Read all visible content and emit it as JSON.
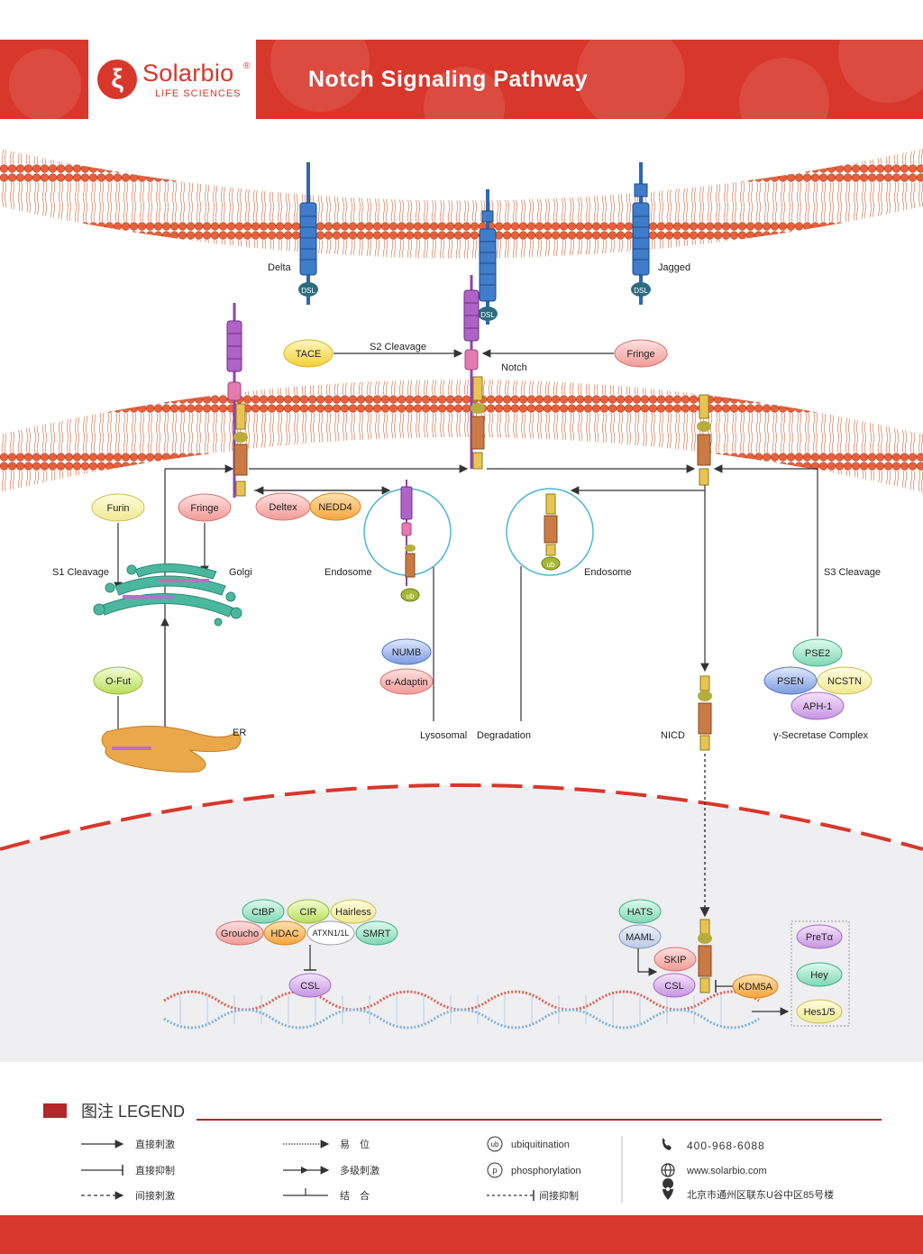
{
  "header": {
    "brand": "Solarbio",
    "brand_mark": "®",
    "brand_sub": "LIFE SCIENCES",
    "title": "Notch Signaling Pathway"
  },
  "diagram": {
    "ligands": {
      "delta": "Delta",
      "jagged": "Jagged",
      "dsl": "DSL"
    },
    "notch": "Notch",
    "s2_cleavage": "S2 Cleavage",
    "s1_cleavage": "S1 Cleavage",
    "s3_cleavage": "S3 Cleavage",
    "proteins": {
      "tace": "TACE",
      "fringe": "Fringe",
      "furin": "Furin",
      "fringe2": "Fringe",
      "deltex": "Deltex",
      "nedd4": "NEDD4",
      "numb": "NUMB",
      "a_adaptin": "α-Adaptin",
      "ofut": "O-Fut",
      "pse2": "PSE2",
      "psen": "PSEN",
      "ncstn": "NCSTN",
      "aph1": "APH-1",
      "ctbp": "CtBP",
      "cir": "CIR",
      "hairless": "Hairless",
      "groucho": "Groucho",
      "hdac": "HDAC",
      "atxn": "ATXN1/1L",
      "smrt": "SMRT",
      "csl_left": "CSL",
      "hats": "HATS",
      "maml": "MAML",
      "skip": "SKIP",
      "csl_right": "CSL",
      "kdm5a": "KDM5A",
      "pretalpha": "PreTα",
      "hey": "Hey",
      "hes": "Hes1/5"
    },
    "labels": {
      "golgi": "Golgi",
      "er": "ER",
      "endosome_left": "Endosome",
      "endosome_right": "Endosome",
      "lysosomal": "Lysosomal",
      "degradation": "Degradation",
      "nicd": "NICD",
      "gamma_secretase": "γ-Secretase Complex",
      "ub": "ub"
    }
  },
  "legend": {
    "title": "图注 LEGEND",
    "items": {
      "direct_activation": "直接刺激",
      "direct_inhibition": "直接抑制",
      "indirect_activation": "间接刺激",
      "translocation": "易　位",
      "multistep_activation": "多级刺激",
      "binding": "结　合",
      "ubiquitination": "ubiquitination",
      "ub_symbol": "ub",
      "phosphorylation": "phosphorylation",
      "p_symbol": "p",
      "indirect_inhibition": "间接抑制"
    },
    "contact": {
      "phone": "400-968-6088",
      "website": "www.solarbio.com",
      "address": "北京市通州区联东U谷中区85号楼"
    }
  },
  "colors": {
    "brand_red": "#d8372b",
    "membrane": "#e05a2e",
    "ligand_blue": "#2d66b4",
    "notch_purple": "#8e44ad",
    "notch_brown": "#c97a45",
    "golgi_teal": "#3aa893",
    "er_orange": "#e8a23c"
  }
}
